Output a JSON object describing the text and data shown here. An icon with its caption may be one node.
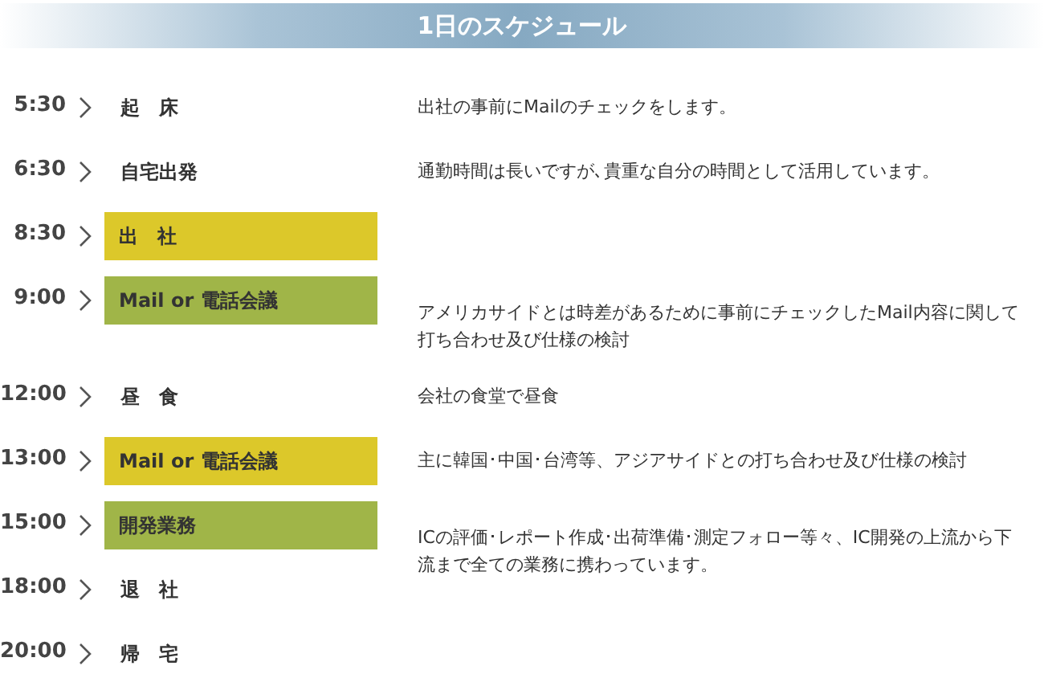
{
  "diagram": {
    "title": "1日のスケジュール",
    "nodes": [
      {
        "text": [
          "出　社"
        ]
      },
      {
        "text": [
          "Mail or 電話会議"
        ]
      },
      {
        "text": [
          "Mail or 電話会議"
        ]
      },
      {
        "text": [
          "開発業務"
        ]
      }
    ],
    "labels": [
      "5:30",
      "起　床",
      "出社の事前にMailのチェックをします。",
      "6:30",
      "自宅出発",
      "通勤時間は長いですが､貴重な自分の時間として活用しています。",
      "8:30",
      "9:00",
      "アメリカサイドとは時差があるために事前にチェックしたMail内容に関して打ち合わせ及び仕様の検討",
      "12:00",
      "昼　食",
      "会社の食堂で昼食",
      "13:00",
      "主に韓国･中国･台湾等、アジアサイドとの打ち合わせ及び仕様の検討",
      "15:00",
      "ICの評価･レポート作成･出荷準備･測定フォロー等々、IC開発の上流から下流まで全ての業務に携わっています。",
      "18:00",
      "退　社",
      "20:00",
      "帰　宅"
    ]
  }
}
